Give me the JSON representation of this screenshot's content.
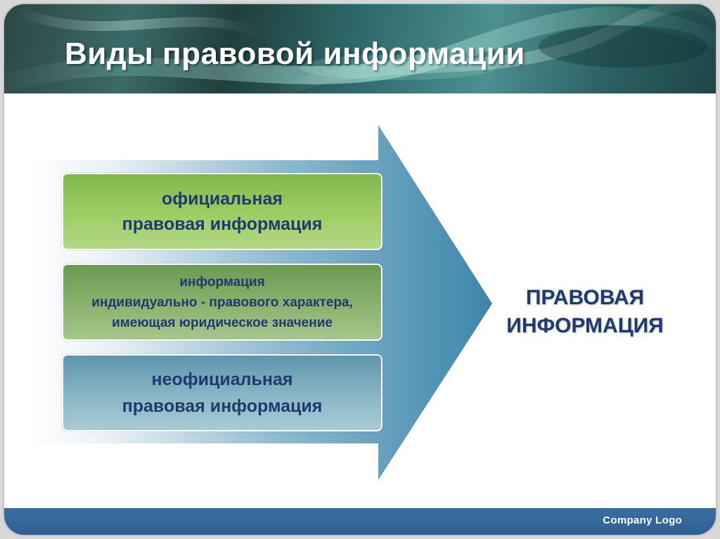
{
  "slide": {
    "title": "Виды правовой информации"
  },
  "diagram": {
    "boxes": [
      {
        "lines": [
          "официальная",
          "правовая информация"
        ]
      },
      {
        "lines": [
          "информация",
          "индивидуально - правового характера,",
          "имеющая юридическое значение"
        ]
      },
      {
        "lines": [
          "неофициальная",
          "правовая информация"
        ]
      }
    ],
    "result": {
      "lines": [
        "ПРАВОВАЯ",
        "ИНФОРМАЦИЯ"
      ]
    }
  },
  "footer": {
    "company_logo": "Company Logo"
  },
  "colors": {
    "text_dark_blue": "#1f3a6e",
    "box_official_green": "#9ccc62",
    "box_individual_green": "#88b06c",
    "box_unofficial_blue": "#8ab6c5",
    "arrow_blue": "#4a8fb0",
    "footer_blue": "#2e5f92"
  }
}
